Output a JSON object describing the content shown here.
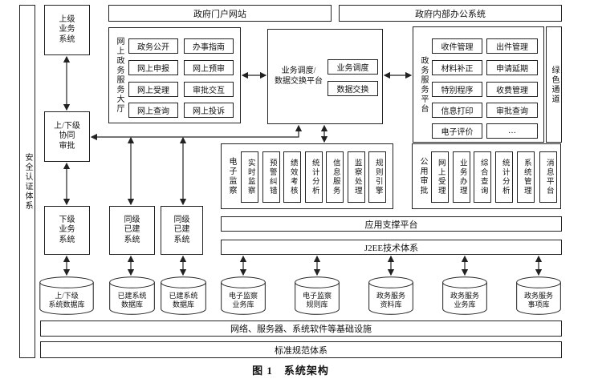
{
  "caption": "图 1　系统架构",
  "security_bar": {
    "label": "安全认证体系"
  },
  "top_bars": {
    "portal": "政府门户网站",
    "internal_office": "政府内部办公系统"
  },
  "left_chain": {
    "superior": "上级\n业务\n系统",
    "collaborative_approval": "上/下级\n协同\n审批",
    "subordinate": "下级\n业务\n系统",
    "peer_existing_1": "同级\n已建\n系统",
    "peer_existing_2": "同级\n已建\n系统"
  },
  "service_hall": {
    "label": "网上政务服务大厅",
    "items": [
      "政务公开",
      "办事指南",
      "网上申报",
      "网上预审",
      "网上受理",
      "审批交互",
      "网上查询",
      "网上投诉"
    ]
  },
  "exchange_platform": {
    "label": "业务调度/\n数据交换平台",
    "items": [
      "业务调度",
      "数据交换"
    ]
  },
  "service_platform": {
    "label": "政务服务平台",
    "items": [
      "收件管理",
      "出件管理",
      "材料补正",
      "申请延期",
      "特别程序",
      "收费管理",
      "信息打印",
      "审批查询",
      "电子评价",
      "…"
    ]
  },
  "green_channel": {
    "label": "绿色通道"
  },
  "e_monitor": {
    "label": "电子监察",
    "items": [
      "实时监察",
      "预警纠错",
      "绩效考核",
      "统计分析",
      "信息服务",
      "监察处理",
      "规则引擎"
    ]
  },
  "public_approval": {
    "label": "公用审批",
    "items": [
      "网上受理",
      "业务办理",
      "综合查询",
      "统计分析",
      "系统管理",
      "消息平台"
    ]
  },
  "middleware": {
    "support": "应用支撑平台",
    "j2ee": "J2EE技术体系"
  },
  "databases": [
    "上/下级\n系统数据库",
    "已建系统\n数据库",
    "已建系统\n数据库",
    "电子监察\n业务库",
    "电子监察\n规则库",
    "政务服务\n资料库",
    "政务服务\n业务库",
    "政务服务\n事项库"
  ],
  "bottom_bars": {
    "infrastructure": "网络、服务器、系统软件等基础设施",
    "standards": "标准规范体系"
  },
  "colors": {
    "line": "#222222",
    "background": "#ffffff"
  }
}
